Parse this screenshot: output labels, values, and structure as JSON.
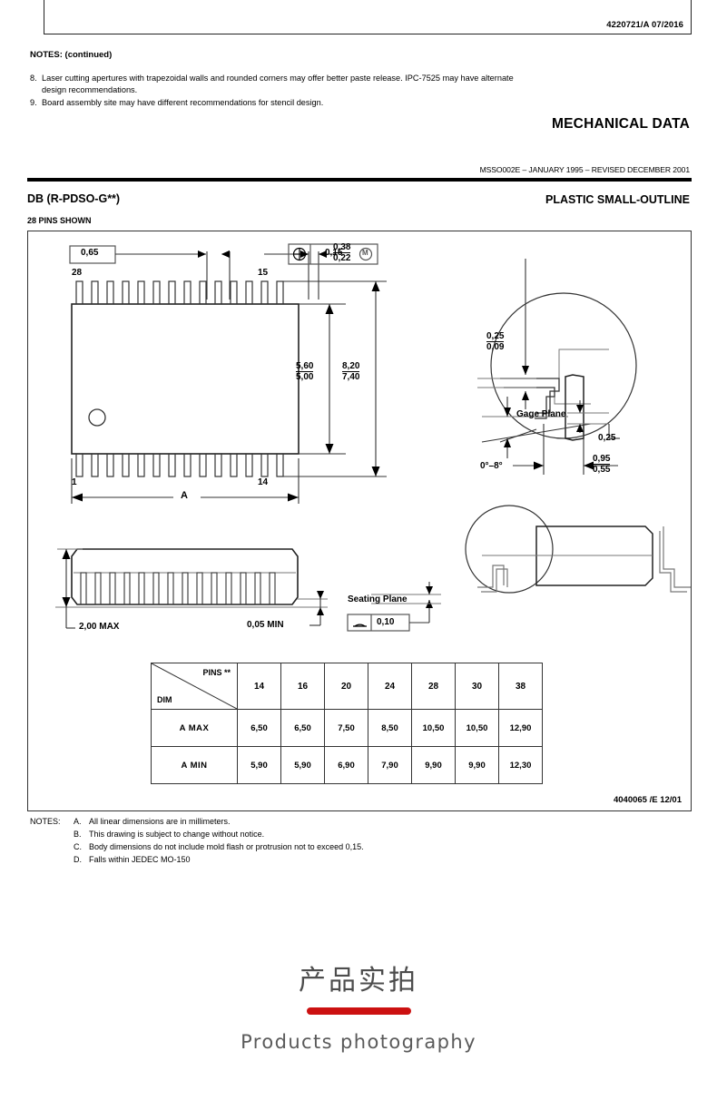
{
  "top_frame": {
    "drawing_number": "4220721/A   07/2016"
  },
  "notes_continued": {
    "heading": "NOTES: (continued)",
    "items": [
      {
        "num": "8.",
        "line1": "Laser cutting apertures with trapezoidal walls and rounded corners may offer better paste release. IPC-7525 may have alternate",
        "line2": "design recommendations."
      },
      {
        "num": "9.",
        "line1": "Board assembly site may have different recommendations for stencil design.",
        "line2": ""
      }
    ]
  },
  "section": {
    "title": "MECHANICAL DATA",
    "revision": "MSSO002E – JANUARY 1995 – REVISED DECEMBER 2001",
    "package_code": "DB (R-PDSO-G**)",
    "package_type": "PLASTIC SMALL-OUTLINE",
    "pins_shown": "28 PINS SHOWN",
    "drawing_number": "4040065 /E 12/01"
  },
  "drawing": {
    "pitch": "0,65",
    "lead_width_max": "0,38",
    "lead_width_min": "0,22",
    "gdt_tolerance": "0,15",
    "gdt_modifier": "M",
    "body_width_max": "5,60",
    "body_width_min": "5,00",
    "overall_width_max": "8,20",
    "overall_width_min": "7,40",
    "pin_top_left": "28",
    "pin_top_right": "15",
    "pin_bottom_left": "1",
    "pin_bottom_right": "14",
    "length_label": "A",
    "height_max": "2,00 MAX",
    "standoff_min": "0,05 MIN",
    "seating_plane_label": "Seating Plane",
    "seating_plane_tolerance": "0,10",
    "gage_plane_label": "Gage Plane",
    "lead_thickness_max": "0,25",
    "lead_thickness_min": "0,09",
    "gage_plane_offset": "0,25",
    "lead_length_max": "0,95",
    "lead_length_min": "0,55",
    "lead_angle": "0°–8°"
  },
  "dim_table": {
    "header_pins": "PINS **",
    "header_dim": "DIM",
    "columns": [
      "14",
      "16",
      "20",
      "24",
      "28",
      "30",
      "38"
    ],
    "rows": [
      {
        "label": "A  MAX",
        "values": [
          "6,50",
          "6,50",
          "7,50",
          "8,50",
          "10,50",
          "10,50",
          "12,90"
        ]
      },
      {
        "label": "A  MIN",
        "values": [
          "5,90",
          "5,90",
          "6,90",
          "7,90",
          "9,90",
          "9,90",
          "12,30"
        ]
      }
    ]
  },
  "bottom_notes": {
    "heading": "NOTES:",
    "items": [
      {
        "letter": "A.",
        "text": "All linear dimensions are in millimeters."
      },
      {
        "letter": "B.",
        "text": "This drawing is subject to change without notice."
      },
      {
        "letter": "C.",
        "text": "Body dimensions do not include mold flash or protrusion not to exceed 0,15."
      },
      {
        "letter": "D.",
        "text": "Falls within JEDEC MO-150"
      }
    ]
  },
  "banner": {
    "chinese": "产品实拍",
    "english": "Products photography",
    "bar_color": "#cc1111"
  }
}
